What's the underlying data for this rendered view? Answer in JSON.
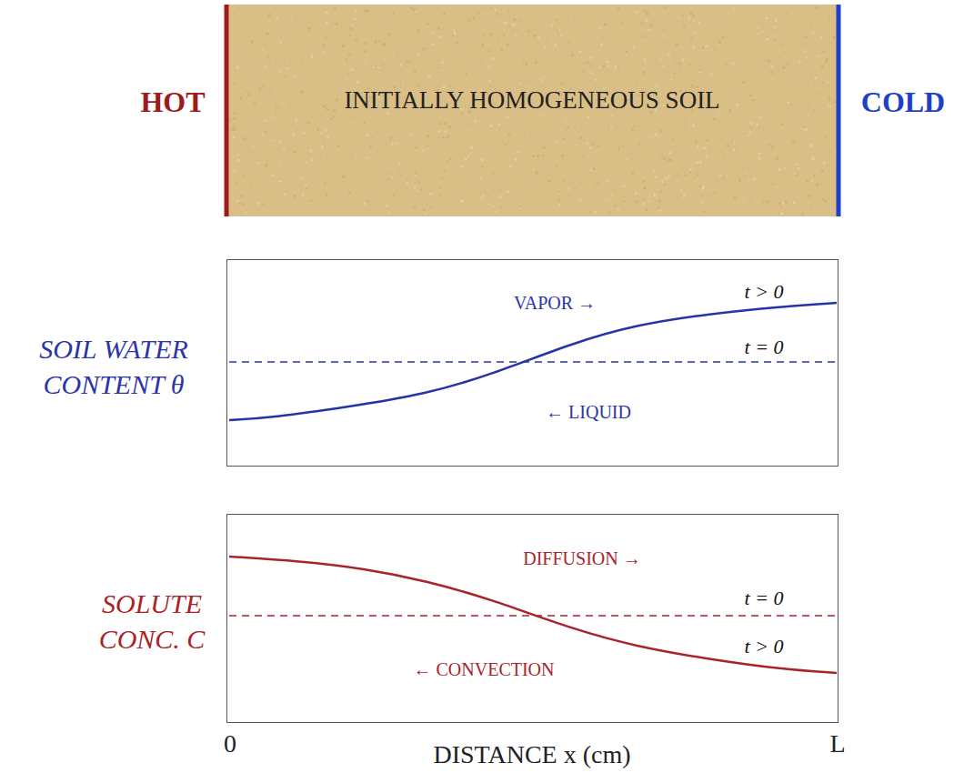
{
  "diagram": {
    "nodes": [
      {
        "text": [
          "INITIALLY HOMOGENEOUS SOIL"
        ]
      },
      {
        "text": [
          "SOIL WATER CONTENT θ",
          "VAPOR →",
          "t > 0",
          "t = 0",
          "← LIQUID"
        ]
      },
      {
        "text": [
          "SOLUTE CONC. C",
          "DIFFUSION →",
          "t = 0",
          "t > 0",
          "← CONVECTION"
        ]
      }
    ],
    "labels": [
      "HOT",
      "COLD",
      "0",
      "L",
      "DISTANCE x (cm)"
    ]
  }
}
